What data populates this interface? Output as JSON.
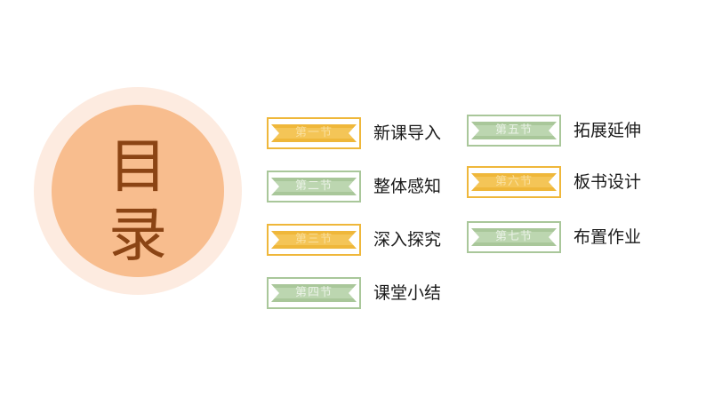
{
  "title": {
    "line1": "目",
    "line2": "录"
  },
  "sections": [
    {
      "badge": "第一节",
      "label": "新课导入",
      "style": "gold"
    },
    {
      "badge": "第二节",
      "label": "整体感知",
      "style": "green"
    },
    {
      "badge": "第三节",
      "label": "深入探究",
      "style": "gold"
    },
    {
      "badge": "第四节",
      "label": "课堂小结",
      "style": "green"
    },
    {
      "badge": "第五节",
      "label": "拓展延伸",
      "style": "green"
    },
    {
      "badge": "第六节",
      "label": "板书设计",
      "style": "gold"
    },
    {
      "badge": "第七节",
      "label": "布置作业",
      "style": "green"
    }
  ],
  "colors": {
    "circle_outer": "#fdebe0",
    "circle_inner": "#f8bd8e",
    "title_text": "#8b4414",
    "gold_badge": "#efb73a",
    "green_badge": "#a9c79a"
  }
}
